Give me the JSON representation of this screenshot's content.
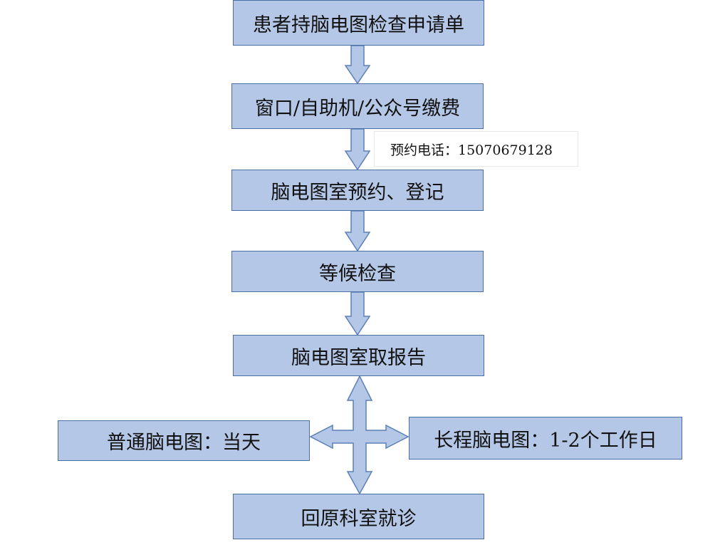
{
  "colors": {
    "box_fill": "#b5c7e6",
    "box_border": "#4a6fa5",
    "arrow_fill": "#b5c7e6",
    "arrow_stroke": "#5b80b8"
  },
  "steps": {
    "s1": "患者持脑电图检查申请单",
    "s2": "窗口/自助机/公众号缴费",
    "s3": "脑电图室预约、登记",
    "s4": "等候检查",
    "s5": "脑电图室取报告",
    "s6": "普通脑电图：当天",
    "s7": "长程脑电图：1-2个工作日",
    "s8": "回原科室就诊"
  },
  "note": "预约电话：15070679128"
}
